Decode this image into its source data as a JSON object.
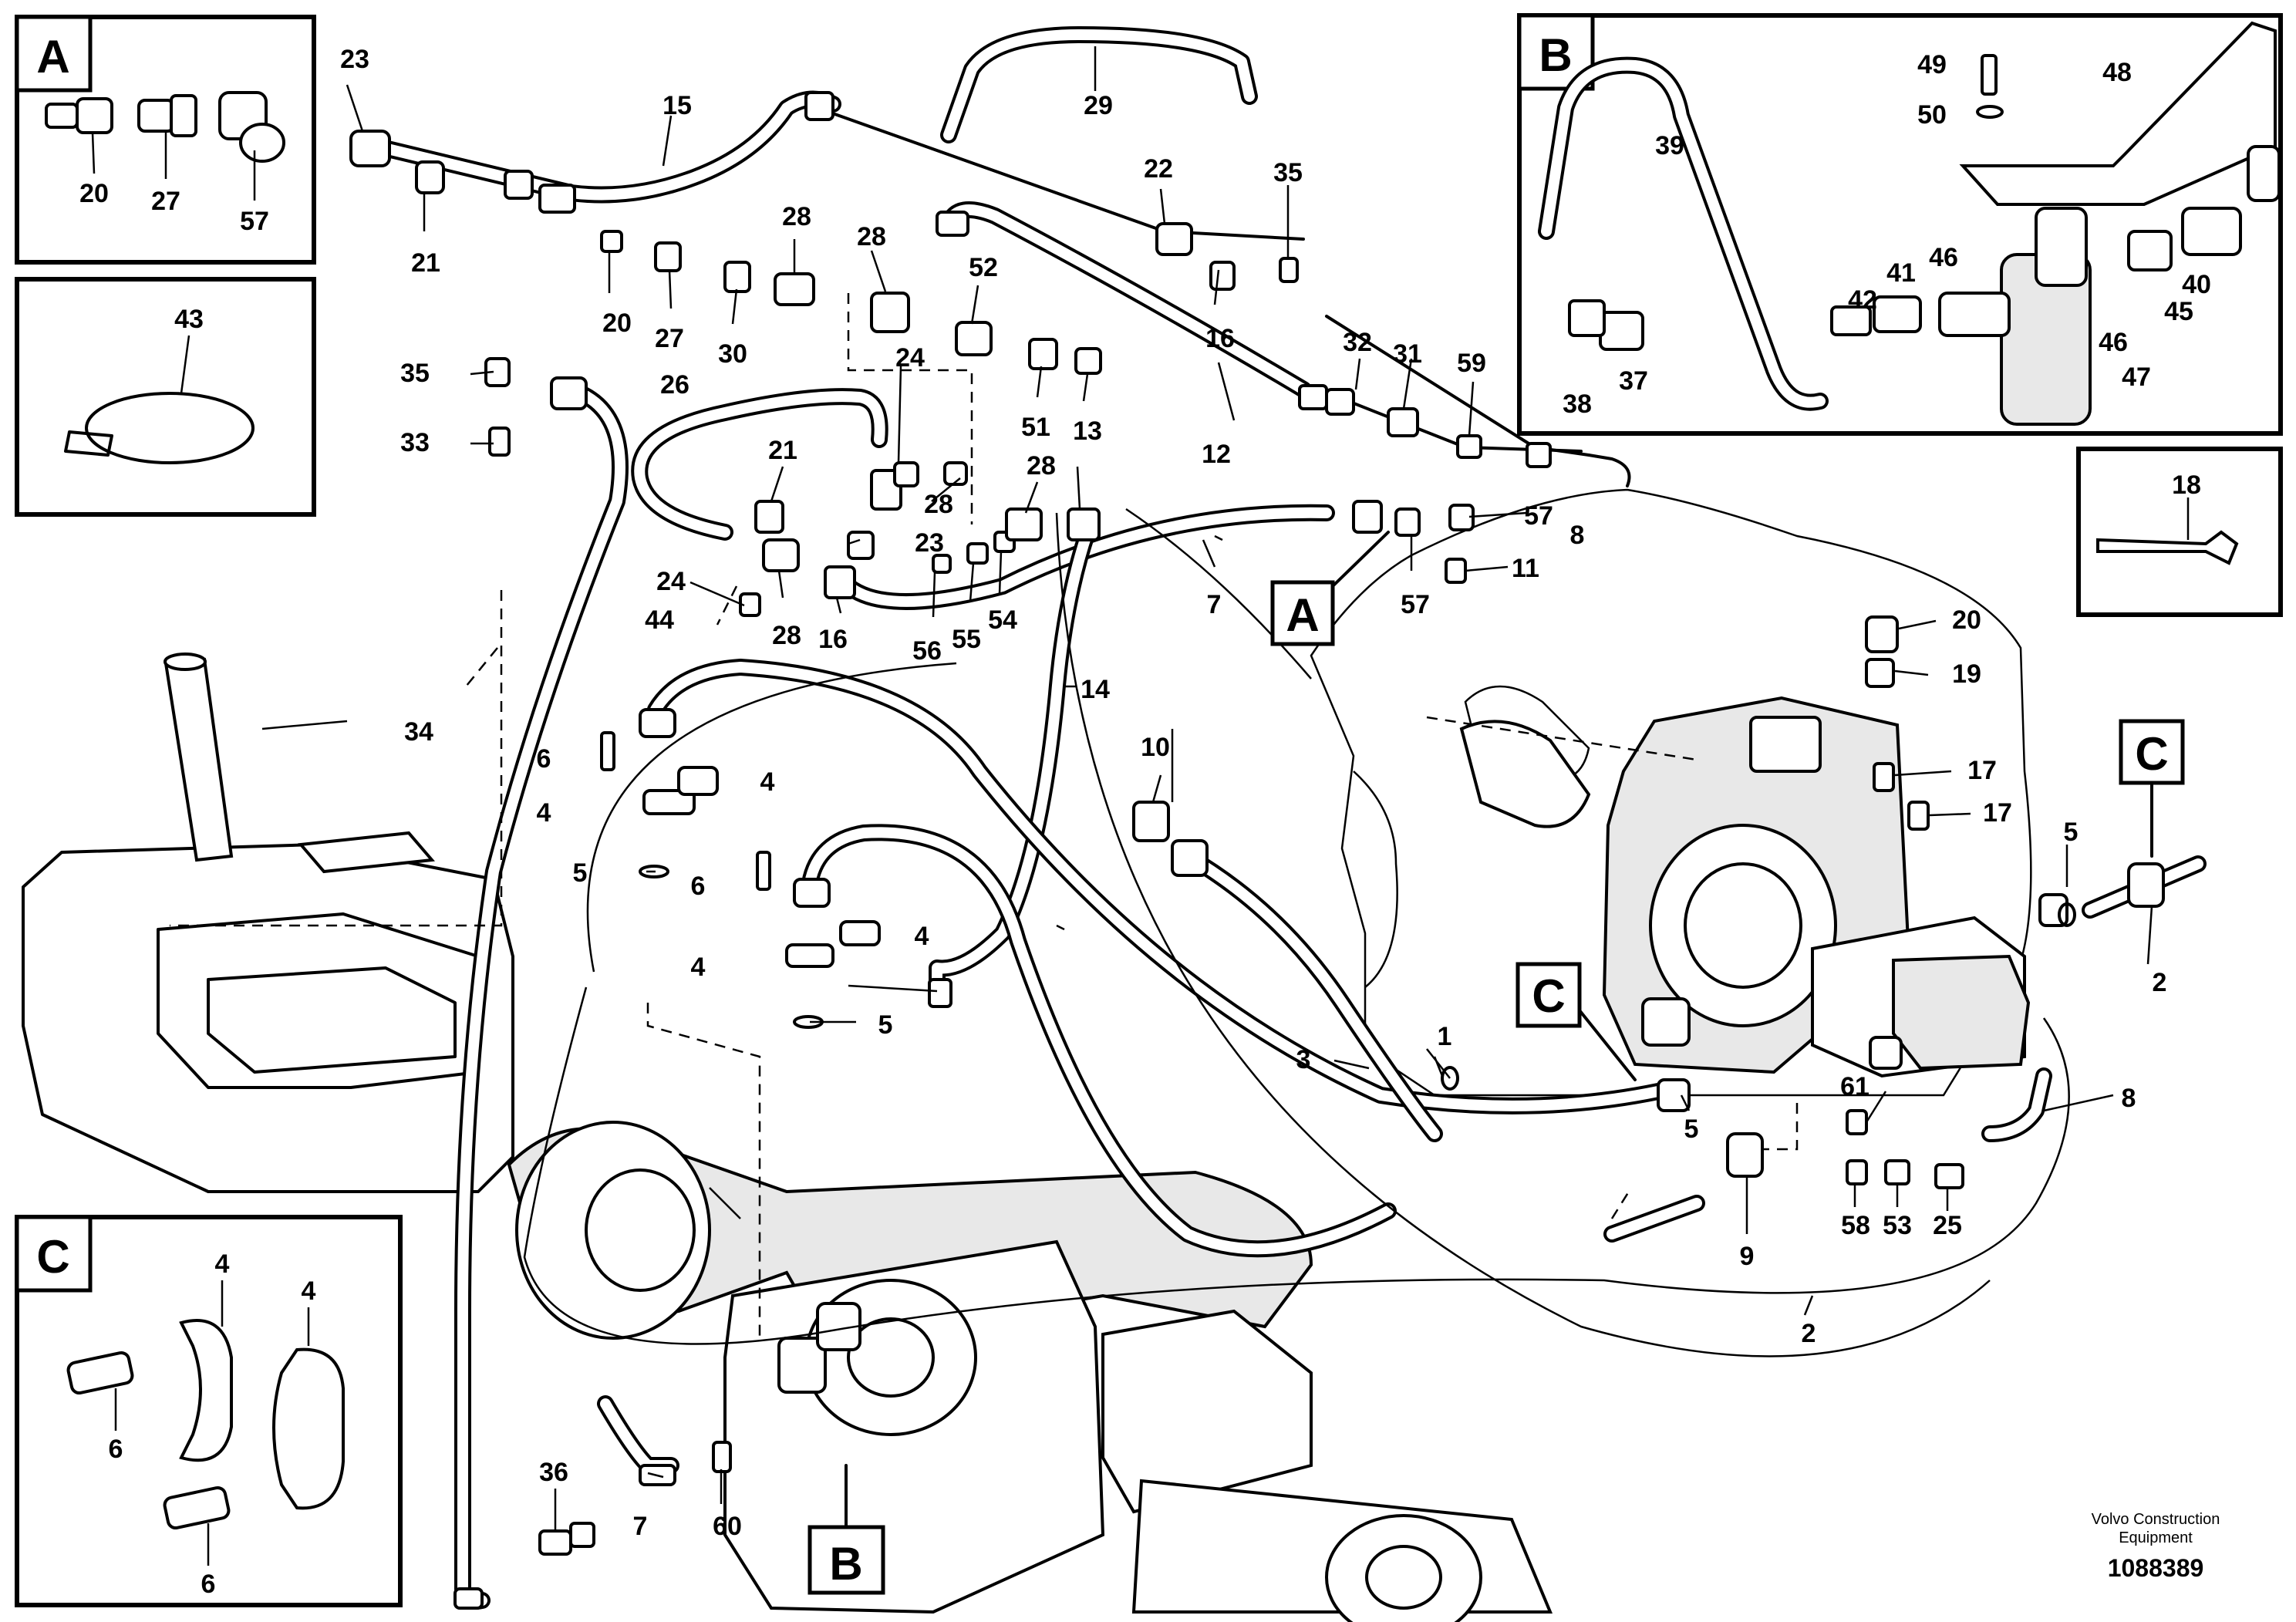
{
  "callouts": {
    "n1": "1",
    "n2a": "2",
    "n2b": "2",
    "n3": "3",
    "n4a": "4",
    "n4b": "4",
    "n4c": "4",
    "n4d": "4",
    "n4e": "4",
    "n4f": "4",
    "n5a": "5",
    "n5b": "5",
    "n5c": "5",
    "n5d": "5",
    "n6a": "6",
    "n6b": "6",
    "n6c": "6",
    "n6d": "6",
    "n7a": "7",
    "n7b": "7",
    "n8a": "8",
    "n8b": "8",
    "n9": "9",
    "n10": "10",
    "n11": "11",
    "n12": "12",
    "n13": "13",
    "n14": "14",
    "n15": "15",
    "n16a": "16",
    "n16b": "16",
    "n17a": "17",
    "n17b": "17",
    "n18": "18",
    "n19": "19",
    "n20a": "20",
    "n20b": "20",
    "n20c": "20",
    "n21a": "21",
    "n21b": "21",
    "n22": "22",
    "n23a": "23",
    "n23b": "23",
    "n24a": "24",
    "n24b": "24",
    "n25": "25",
    "n26": "26",
    "n27a": "27",
    "n27b": "27",
    "n28a": "28",
    "n28b": "28",
    "n28c": "28",
    "n28d": "28",
    "n28e": "28",
    "n29": "29",
    "n30": "30",
    "n31": "31",
    "n32": "32",
    "n33": "33",
    "n34": "34",
    "n35a": "35",
    "n35b": "35",
    "n36": "36",
    "n37": "37",
    "n38": "38",
    "n39": "39",
    "n40": "40",
    "n41": "41",
    "n42": "42",
    "n43": "43",
    "n44": "44",
    "n45": "45",
    "n46a": "46",
    "n46b": "46",
    "n47": "47",
    "n48": "48",
    "n49": "49",
    "n50": "50",
    "n51": "51",
    "n52": "52",
    "n53": "53",
    "n54": "54",
    "n55": "55",
    "n56": "56",
    "n57a": "57",
    "n57b": "57",
    "n57c": "57",
    "n58": "58",
    "n59": "59",
    "n60": "60",
    "n61": "61"
  },
  "section_labels": {
    "a_box": "A",
    "b_box": "B",
    "c_box": "C",
    "a_ref": "A",
    "b_ref": "B",
    "c_ref1": "C",
    "c_ref2": "C"
  },
  "footer": {
    "company_line1": "Volvo Construction",
    "company_line2": "Equipment",
    "drawing_number": "1088389"
  }
}
